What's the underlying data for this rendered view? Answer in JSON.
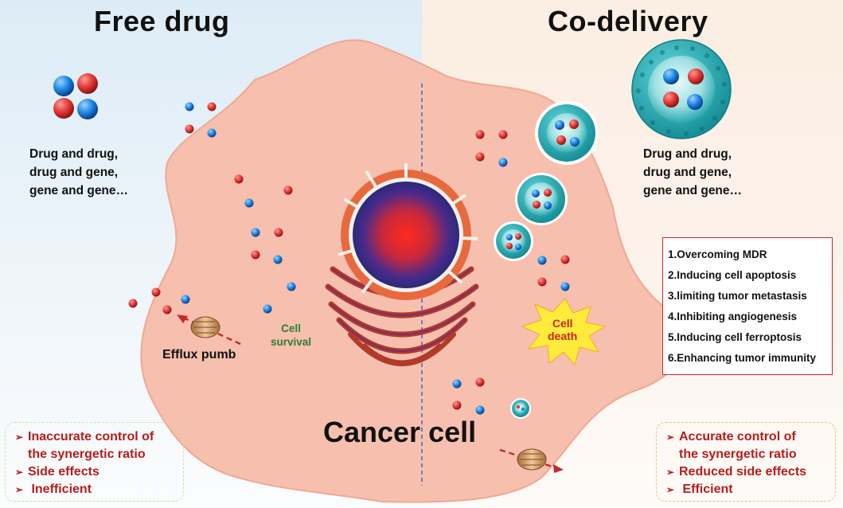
{
  "titles": {
    "left": "Free drug",
    "right": "Co-delivery"
  },
  "combination_text": {
    "left": [
      "Drug and drug,",
      "drug and gene,",
      "gene and gene…"
    ],
    "right": [
      "Drug and drug,",
      "drug and gene,",
      "gene and gene…"
    ]
  },
  "cell_label": "Cancer cell",
  "cell_survival": [
    "Cell",
    "survival"
  ],
  "cell_death": [
    "Cell",
    "death"
  ],
  "efflux_label": "Efflux pumb",
  "benefits": [
    "1.Overcoming MDR",
    "2.Inducing cell apoptosis",
    "3.limiting tumor metastasis",
    "4.Inhibiting angiogenesis",
    "5.Inducing cell ferroptosis",
    "6.Enhancing tumor immunity"
  ],
  "free_drug_drawbacks": {
    "bullet": "➢",
    "line1": "Inaccurate control of",
    "line1b": "the synergetic ratio",
    "line2": "Side effects",
    "line3": "Inefficient"
  },
  "codelivery_advantages": {
    "bullet": "➢",
    "line1": "Accurate control of",
    "line1b": "the synergetic ratio",
    "line2": "Reduced side effects",
    "line3": "Efficient"
  },
  "colors": {
    "drug_red": "#e53935",
    "drug_blue": "#1e88e5",
    "nanoparticle": "#26b5bd",
    "cell_body": "#f7c1b3",
    "text_red": "#b71c1c"
  }
}
